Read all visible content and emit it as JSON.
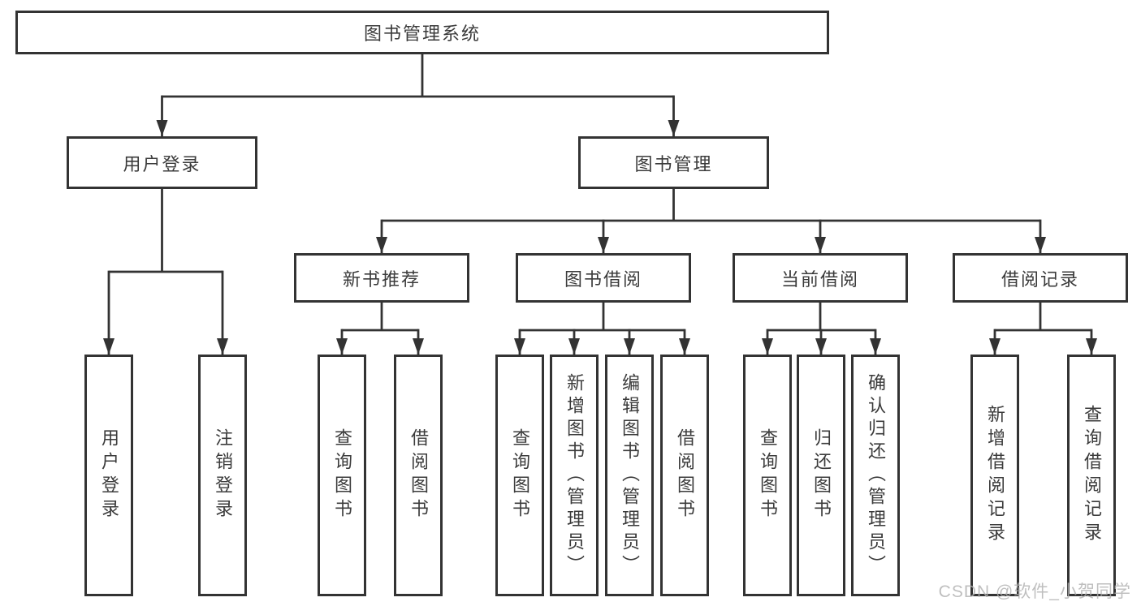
{
  "tree": {
    "root": {
      "label": "图书管理系统"
    },
    "level2": [
      {
        "label": "用户登录",
        "children": [
          {
            "label": "用户登录"
          },
          {
            "label": "注销登录"
          }
        ]
      },
      {
        "label": "图书管理",
        "children": [
          {
            "label": "新书推荐",
            "children": [
              {
                "label": "查询图书"
              },
              {
                "label": "借阅图书"
              }
            ]
          },
          {
            "label": "图书借阅",
            "children": [
              {
                "label": "查询图书"
              },
              {
                "label": "新增图书（管理员）"
              },
              {
                "label": "编辑图书（管理员）"
              },
              {
                "label": "借阅图书"
              }
            ]
          },
          {
            "label": "当前借阅",
            "children": [
              {
                "label": "查询图书"
              },
              {
                "label": "归还图书"
              },
              {
                "label": "确认归还（管理员）"
              }
            ]
          },
          {
            "label": "借阅记录",
            "children": [
              {
                "label": "新增借阅记录"
              },
              {
                "label": "查询借阅记录"
              }
            ]
          }
        ]
      }
    ]
  },
  "watermark": {
    "text": "CSDN @软件_小贺同学"
  },
  "colors": {
    "line": "#333333",
    "text": "#3b3b3b",
    "box_background": "#ffffff",
    "watermark": "#afafaf"
  }
}
